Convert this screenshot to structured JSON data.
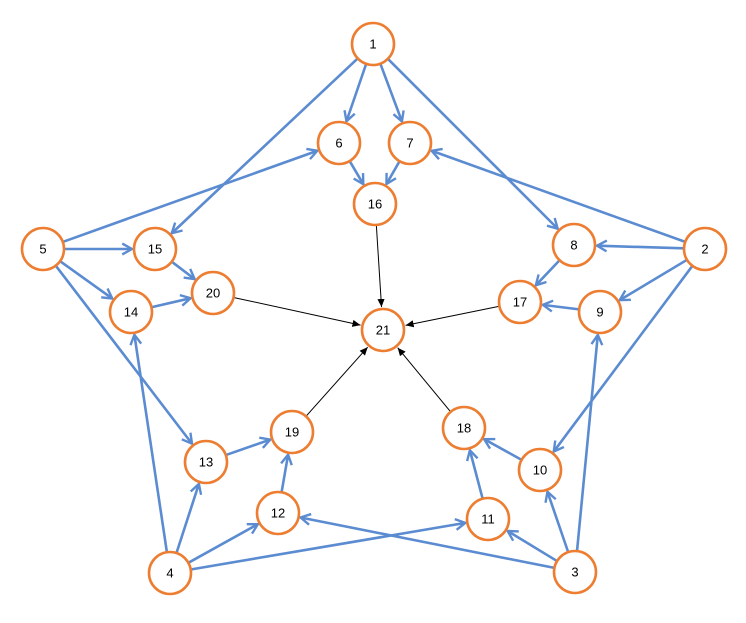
{
  "diagram": {
    "type": "directed-graph",
    "colors": {
      "node_stroke": "#ED7D31",
      "edge_primary": "#5B8BD0",
      "edge_final": "#000000"
    },
    "nodes": [
      "1",
      "2",
      "3",
      "4",
      "5",
      "6",
      "7",
      "8",
      "9",
      "10",
      "11",
      "12",
      "13",
      "14",
      "15",
      "16",
      "17",
      "18",
      "19",
      "20",
      "21"
    ],
    "edges": [
      {
        "from": "1",
        "to": "6",
        "style": "blue"
      },
      {
        "from": "1",
        "to": "7",
        "style": "blue"
      },
      {
        "from": "1",
        "to": "15",
        "style": "blue"
      },
      {
        "from": "1",
        "to": "8",
        "style": "blue"
      },
      {
        "from": "6",
        "to": "16",
        "style": "blue"
      },
      {
        "from": "7",
        "to": "16",
        "style": "blue"
      },
      {
        "from": "5",
        "to": "6",
        "style": "blue"
      },
      {
        "from": "5",
        "to": "15",
        "style": "blue"
      },
      {
        "from": "5",
        "to": "14",
        "style": "blue"
      },
      {
        "from": "5",
        "to": "13",
        "style": "blue"
      },
      {
        "from": "15",
        "to": "20",
        "style": "blue"
      },
      {
        "from": "14",
        "to": "20",
        "style": "blue"
      },
      {
        "from": "2",
        "to": "7",
        "style": "blue"
      },
      {
        "from": "2",
        "to": "8",
        "style": "blue"
      },
      {
        "from": "2",
        "to": "9",
        "style": "blue"
      },
      {
        "from": "2",
        "to": "10",
        "style": "blue"
      },
      {
        "from": "8",
        "to": "17",
        "style": "blue"
      },
      {
        "from": "9",
        "to": "17",
        "style": "blue"
      },
      {
        "from": "4",
        "to": "14",
        "style": "blue"
      },
      {
        "from": "4",
        "to": "13",
        "style": "blue"
      },
      {
        "from": "4",
        "to": "12",
        "style": "blue"
      },
      {
        "from": "4",
        "to": "11",
        "style": "blue"
      },
      {
        "from": "3",
        "to": "12",
        "style": "blue"
      },
      {
        "from": "3",
        "to": "11",
        "style": "blue"
      },
      {
        "from": "3",
        "to": "10",
        "style": "blue"
      },
      {
        "from": "3",
        "to": "9",
        "style": "blue"
      },
      {
        "from": "12",
        "to": "19",
        "style": "blue"
      },
      {
        "from": "13",
        "to": "19",
        "style": "blue"
      },
      {
        "from": "11",
        "to": "18",
        "style": "blue"
      },
      {
        "from": "10",
        "to": "18",
        "style": "blue"
      },
      {
        "from": "16",
        "to": "21",
        "style": "black"
      },
      {
        "from": "20",
        "to": "21",
        "style": "black"
      },
      {
        "from": "17",
        "to": "21",
        "style": "black"
      },
      {
        "from": "19",
        "to": "21",
        "style": "black"
      },
      {
        "from": "18",
        "to": "21",
        "style": "black"
      }
    ]
  }
}
